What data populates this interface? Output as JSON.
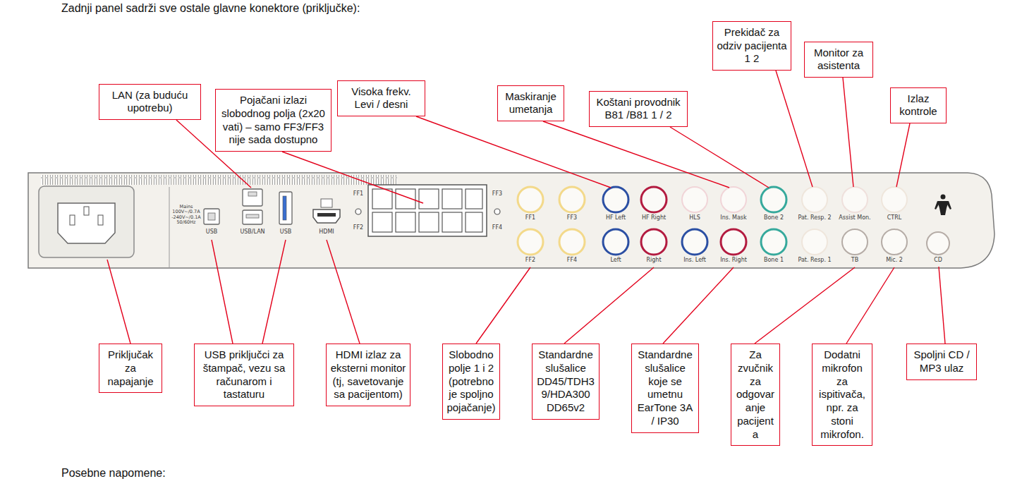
{
  "diagram": {
    "title": "Zadnji panel sadrži sve ostale glavne konektore (priključke):",
    "nodes": [
      {
        "text": [
          "LAN (za buduću upotrebu)"
        ]
      },
      {
        "text": [
          "Pojačani izlazi slobodnog polja (2x20 vati) – samo FF3/FF3 nije sada dostupno"
        ]
      },
      {
        "text": [
          "Visoka frekv. Levi / desni"
        ]
      },
      {
        "text": [
          "Maskiranje umetanja"
        ]
      },
      {
        "text": [
          "Koštani provodnik B81 /B81 1 / 2"
        ]
      },
      {
        "text": [
          "Prekidač za odziv pacijenta 1 2"
        ]
      },
      {
        "text": [
          "Monitor za asistenta"
        ]
      },
      {
        "text": [
          "Izlaz kontrole"
        ]
      },
      {
        "text": [
          "Priključak za napajanje"
        ]
      },
      {
        "text": [
          "USB priključci za štampač, vezu sa računarom i tastaturu"
        ]
      },
      {
        "text": [
          "HDMI izlaz za eksterni monitor (tj, savetovanje sa pacijentom)"
        ]
      },
      {
        "text": [
          "Slobodno polje 1 i 2 (potrebno je spoljno pojačanje)"
        ]
      },
      {
        "text": [
          "Standardne slušalice DD45/TDH3 9/HDA300 DD65v2"
        ]
      },
      {
        "text": [
          "Standardne slušalice koje se umetnu EarTone 3A / IP30"
        ]
      },
      {
        "text": [
          "Za zvučnik za odgovaranje pacijenta"
        ]
      },
      {
        "text": [
          "Dodatni mikrofon za ispitivača, npr. za stoni mikrofon."
        ]
      },
      {
        "text": [
          "Spoljni CD / MP3 ulaz"
        ]
      }
    ],
    "labels": [
      "Mains 100V~/0.7A -240V~/0.1A 50/60Hz",
      "USB",
      "USB/LAN",
      "USB",
      "HDMI",
      "FF1",
      "FF2",
      "FF3",
      "FF4",
      "FF1",
      "FF3",
      "FF2",
      "FF4",
      "HF Left",
      "HF Right",
      "HLS",
      "Ins. Mask",
      "Bone 2",
      "Pat. Resp. 2",
      "Assist Mon.",
      "CTRL",
      "Left",
      "Right",
      "Ins. Left",
      "Ins. Right",
      "Bone 1",
      "Pat. Resp. 1",
      "TB",
      "Mic. 2",
      "CD",
      "Posebne napomene:"
    ]
  }
}
